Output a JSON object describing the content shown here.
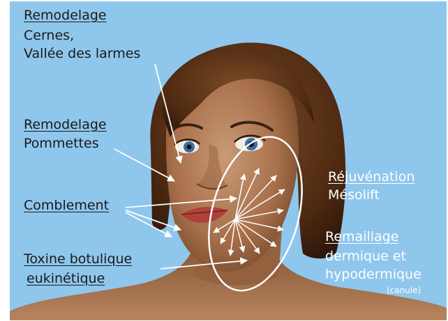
{
  "annotations": {
    "remodelage_cernes": {
      "title": "Remodelage",
      "line1": "Cernes,",
      "line2": "Vallée des larmes"
    },
    "remodelage_pommettes": {
      "title": "Remodelage",
      "line1": "Pommettes"
    },
    "comblement": {
      "title": "Comblement"
    },
    "toxine": {
      "line1": "Toxine botulique",
      "line2": "eukinétique"
    },
    "rejuvenation": {
      "title": "Réjuvénation",
      "line1": "Mésolift"
    },
    "remaillage": {
      "title": "Remaillage",
      "line1": "dermique et",
      "line2": "hypodermique",
      "note": "(canule)"
    }
  },
  "colors": {
    "background": "#8fc6ec",
    "dark_text": "#1a1a1a",
    "light_text": "#ffffff",
    "hair": "#5a3317",
    "skin": "#b27a55"
  }
}
